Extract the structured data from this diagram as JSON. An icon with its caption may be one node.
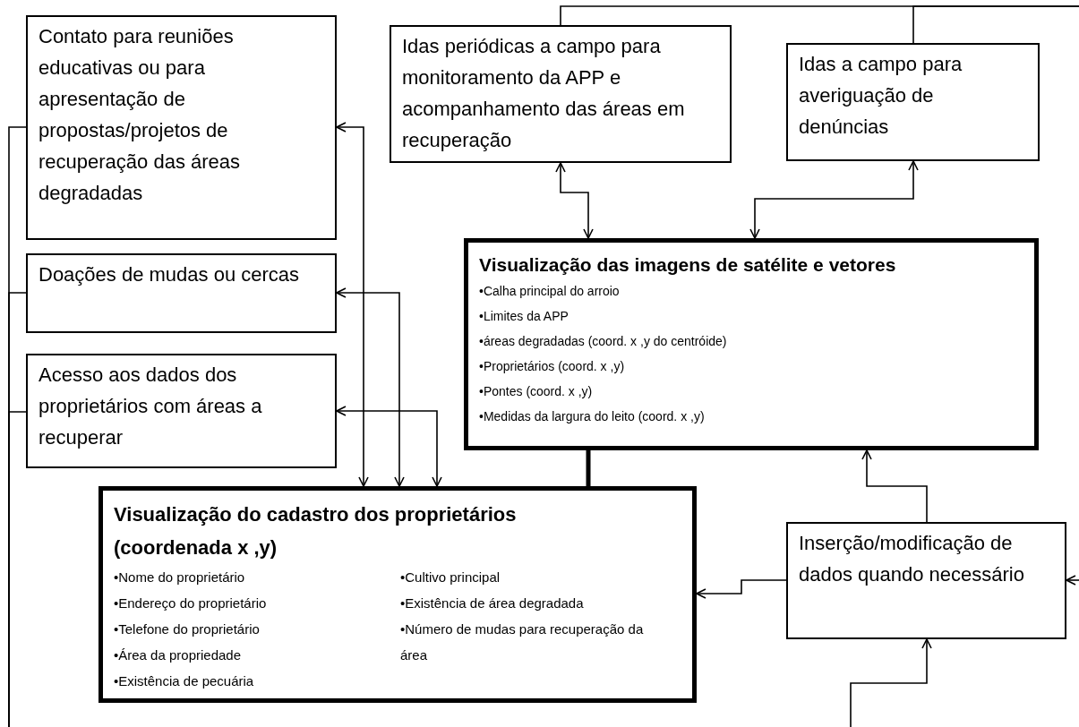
{
  "diagram": {
    "nodes": [
      {
        "text": [
          "Contato para reuniões educativas ou para apresentação de propostas/projetos de recuperação das áreas degradadas"
        ]
      },
      {
        "text": [
          "Doações de mudas ou cercas"
        ]
      },
      {
        "text": [
          "Acesso aos dados dos proprietários com áreas a recuperar"
        ]
      },
      {
        "text": [
          "Idas periódicas a campo para monitoramento da APP e acompanhamento das áreas em recuperação"
        ]
      },
      {
        "text": [
          "Idas a campo para averiguação de denúncias"
        ]
      },
      {
        "text": [
          "Visualização das imagens de satélite e vetores",
          "•Calha principal do arroio",
          "•Limites da APP",
          "•áreas degradadas (coord. x ,y do centróide)",
          "•Proprietários (coord. x ,y)",
          "•Pontes (coord. x ,y)",
          "•Medidas da largura do leito (coord. x ,y)"
        ]
      },
      {
        "text": [
          "Visualização do cadastro dos proprietários (coordenada x ,y)",
          "•Nome do proprietário",
          "•Endereço do proprietário",
          "•Telefone do proprietário",
          "•Área da propriedade",
          "•Existência de pecuária",
          "•Cultivo principal",
          "•Existência de área degradada",
          "•Número de mudas para recuperação da área"
        ]
      },
      {
        "text": [
          "Inserção/modificação de dados quando necessário"
        ]
      }
    ],
    "edges": [
      {
        "from": 3,
        "to": 5,
        "arrow": "both"
      },
      {
        "from": 4,
        "to": 5,
        "arrow": "both"
      },
      {
        "from": 5,
        "to": 6,
        "arrow": "none",
        "style": "thick"
      },
      {
        "from": 7,
        "to": 5,
        "arrow": "to"
      },
      {
        "from": 7,
        "to": 6,
        "arrow": "to"
      },
      {
        "from": null,
        "to": 7,
        "arrow": "to"
      },
      {
        "from": null,
        "to": 7,
        "arrow": "to"
      },
      {
        "from": 3,
        "to": null,
        "arrow": "none"
      },
      {
        "from": 4,
        "to": null,
        "arrow": "none"
      },
      {
        "from": 0,
        "to": null,
        "arrow": "none"
      },
      {
        "from": 1,
        "to": null,
        "arrow": "none"
      },
      {
        "from": 2,
        "to": null,
        "arrow": "none"
      },
      {
        "from": 6,
        "to": 0,
        "arrow": "both"
      },
      {
        "from": 6,
        "to": 1,
        "arrow": "both"
      },
      {
        "from": 6,
        "to": 2,
        "arrow": "both"
      }
    ]
  }
}
